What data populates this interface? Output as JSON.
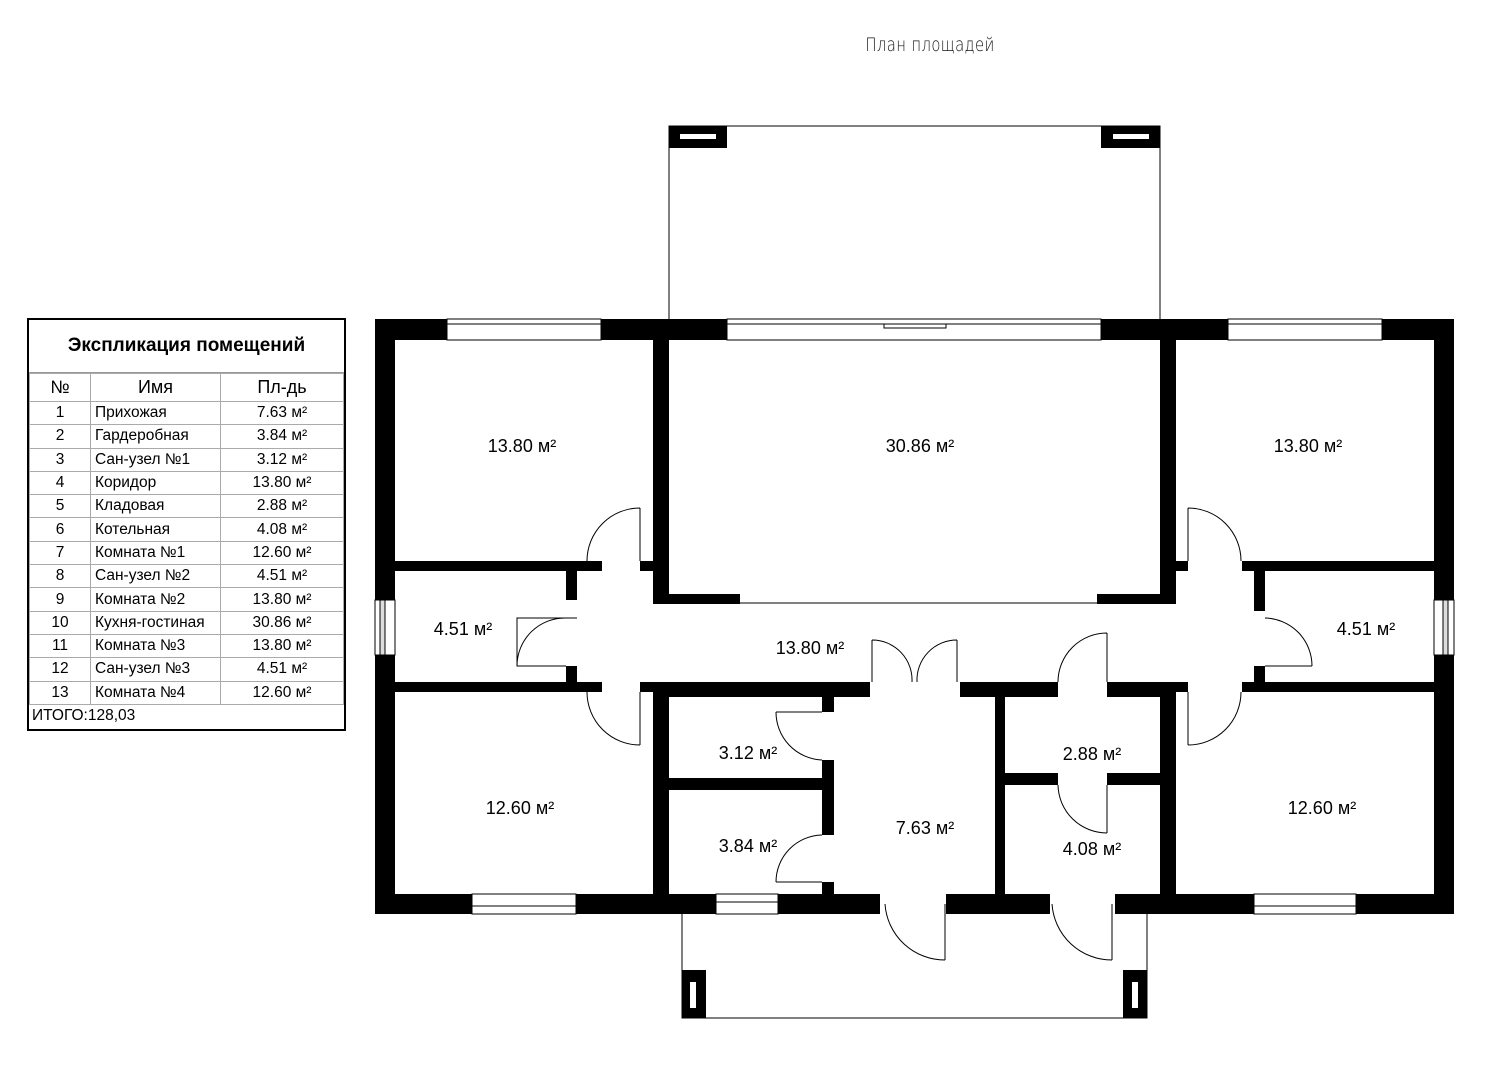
{
  "title": "План площадей",
  "explication": {
    "title": "Экспликация помещений",
    "columns": [
      "№",
      "Имя",
      "Пл-дь"
    ],
    "rows": [
      {
        "n": "1",
        "name": "Прихожая",
        "area": "7.63 м²"
      },
      {
        "n": "2",
        "name": "Гардеробная",
        "area": "3.84 м²"
      },
      {
        "n": "3",
        "name": "Сан-узел №1",
        "area": "3.12 м²"
      },
      {
        "n": "4",
        "name": "Коридор",
        "area": "13.80 м²"
      },
      {
        "n": "5",
        "name": "Кладовая",
        "area": "2.88 м²"
      },
      {
        "n": "6",
        "name": "Котельная",
        "area": "4.08 м²"
      },
      {
        "n": "7",
        "name": "Комната №1",
        "area": "12.60 м²"
      },
      {
        "n": "8",
        "name": "Сан-узел №2",
        "area": "4.51 м²"
      },
      {
        "n": "9",
        "name": "Комната №2",
        "area": "13.80 м²"
      },
      {
        "n": "10",
        "name": "Кухня-гостиная",
        "area": "30.86 м²"
      },
      {
        "n": "11",
        "name": "Комната №3",
        "area": "13.80 м²"
      },
      {
        "n": "12",
        "name": "Сан-узел №3",
        "area": "4.51 м²"
      },
      {
        "n": "13",
        "name": "Комната №4",
        "area": "12.60 м²"
      }
    ],
    "total": "ИТОГО:128,03"
  },
  "plan_labels": {
    "room_top_left": "13.80 м²",
    "kitchen": "30.86 м²",
    "room_top_right": "13.80 м²",
    "bath_left": "4.51 м²",
    "corridor": "13.80 м²",
    "bath_right": "4.51 м²",
    "room_bottom_left": "12.60 м²",
    "bath_small": "3.12 м²",
    "wardrobe": "3.84 м²",
    "hall": "7.63 м²",
    "storage": "2.88 м²",
    "boiler": "4.08 м²",
    "room_bottom_right": "12.60 м²"
  }
}
